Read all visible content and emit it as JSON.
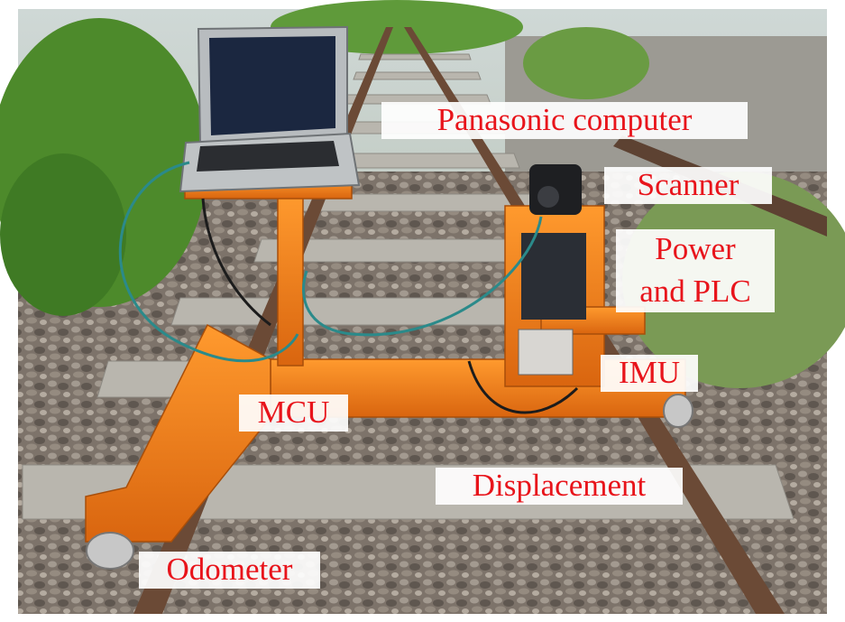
{
  "photo": {
    "subject": "rail track inspection trolley with mounted instruments",
    "labels": {
      "computer": "Panasonic computer",
      "scanner": "Scanner",
      "power_line1": "Power",
      "power_line2": "and PLC",
      "imu": "IMU",
      "mcu": "MCU",
      "displacement": "Displacement",
      "odometer": "Odometer"
    },
    "label_color": "#e8141b",
    "trolley_color": "#f07a1a"
  }
}
